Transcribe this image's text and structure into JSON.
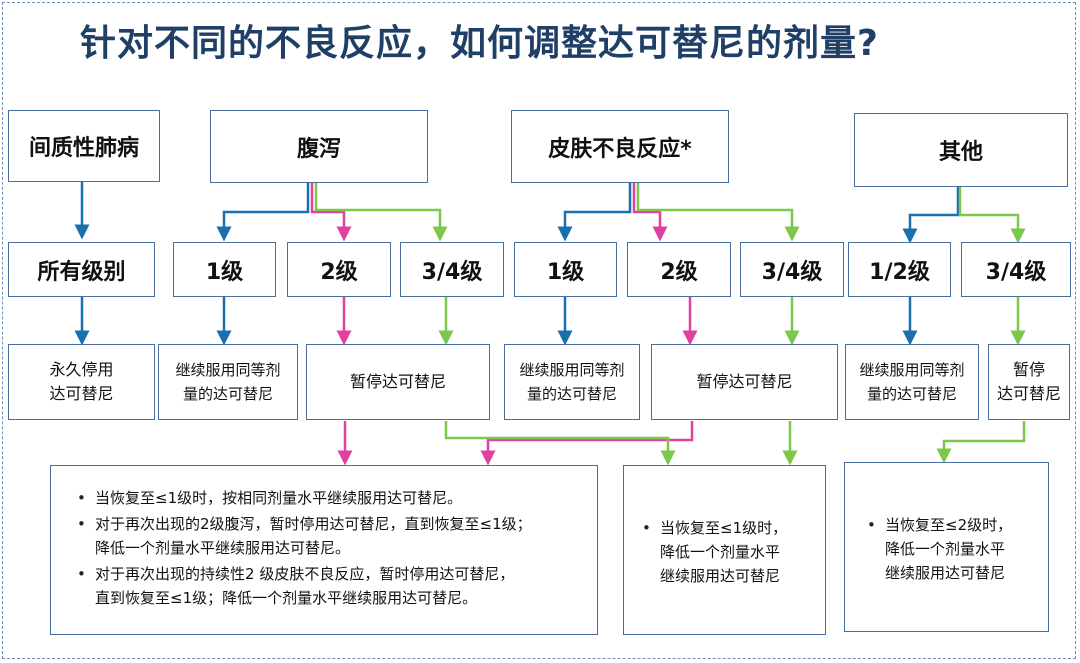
{
  "title": "针对不同的不良反应，如何调整达可替尼的剂量?",
  "colors": {
    "blue": "#1a6faf",
    "pink": "#e040a0",
    "green": "#7cc84a",
    "border": "#4a6f9e",
    "title": "#1f3f66"
  },
  "headers": {
    "ild": "间质性肺病",
    "diarrhea": "腹泻",
    "skin": "皮肤不良反应*",
    "other": "其他"
  },
  "levels": {
    "ild_all": "所有级别",
    "diarrhea_1": "1级",
    "diarrhea_2": "2级",
    "diarrhea_34": "3/4级",
    "skin_1": "1级",
    "skin_2": "2级",
    "skin_34": "3/4级",
    "other_12": "1/2级",
    "other_34": "3/4级"
  },
  "actions": {
    "ild_stop": "永久停用\n达可替尼",
    "diarrhea_continue": "继续服用同等剂\n量的达可替尼",
    "diarrhea_pause": "暂停达可替尼",
    "skin_continue": "继续服用同等剂\n量的达可替尼",
    "skin_pause": "暂停达可替尼",
    "other_continue": "继续服用同等剂\n量的达可替尼",
    "other_pause": "暂停\n达可替尼"
  },
  "results": {
    "left": [
      "当恢复至≤1级时，按相同剂量水平继续服用达可替尼。",
      "对于再次出现的2级腹泻，暂时停用达可替尼，直到恢复至≤1级；\n降低一个剂量水平继续服用达可替尼。",
      "对于再次出现的持续性2 级皮肤不良反应，暂时停用达可替尼，\n直到恢复至≤1级；降低一个剂量水平继续服用达可替尼。"
    ],
    "middle": "当恢复至≤1级时，\n降低一个剂量水平\n继续服用达可替尼",
    "right": "当恢复至≤2级时，\n降低一个剂量水平\n继续服用达可替尼"
  }
}
